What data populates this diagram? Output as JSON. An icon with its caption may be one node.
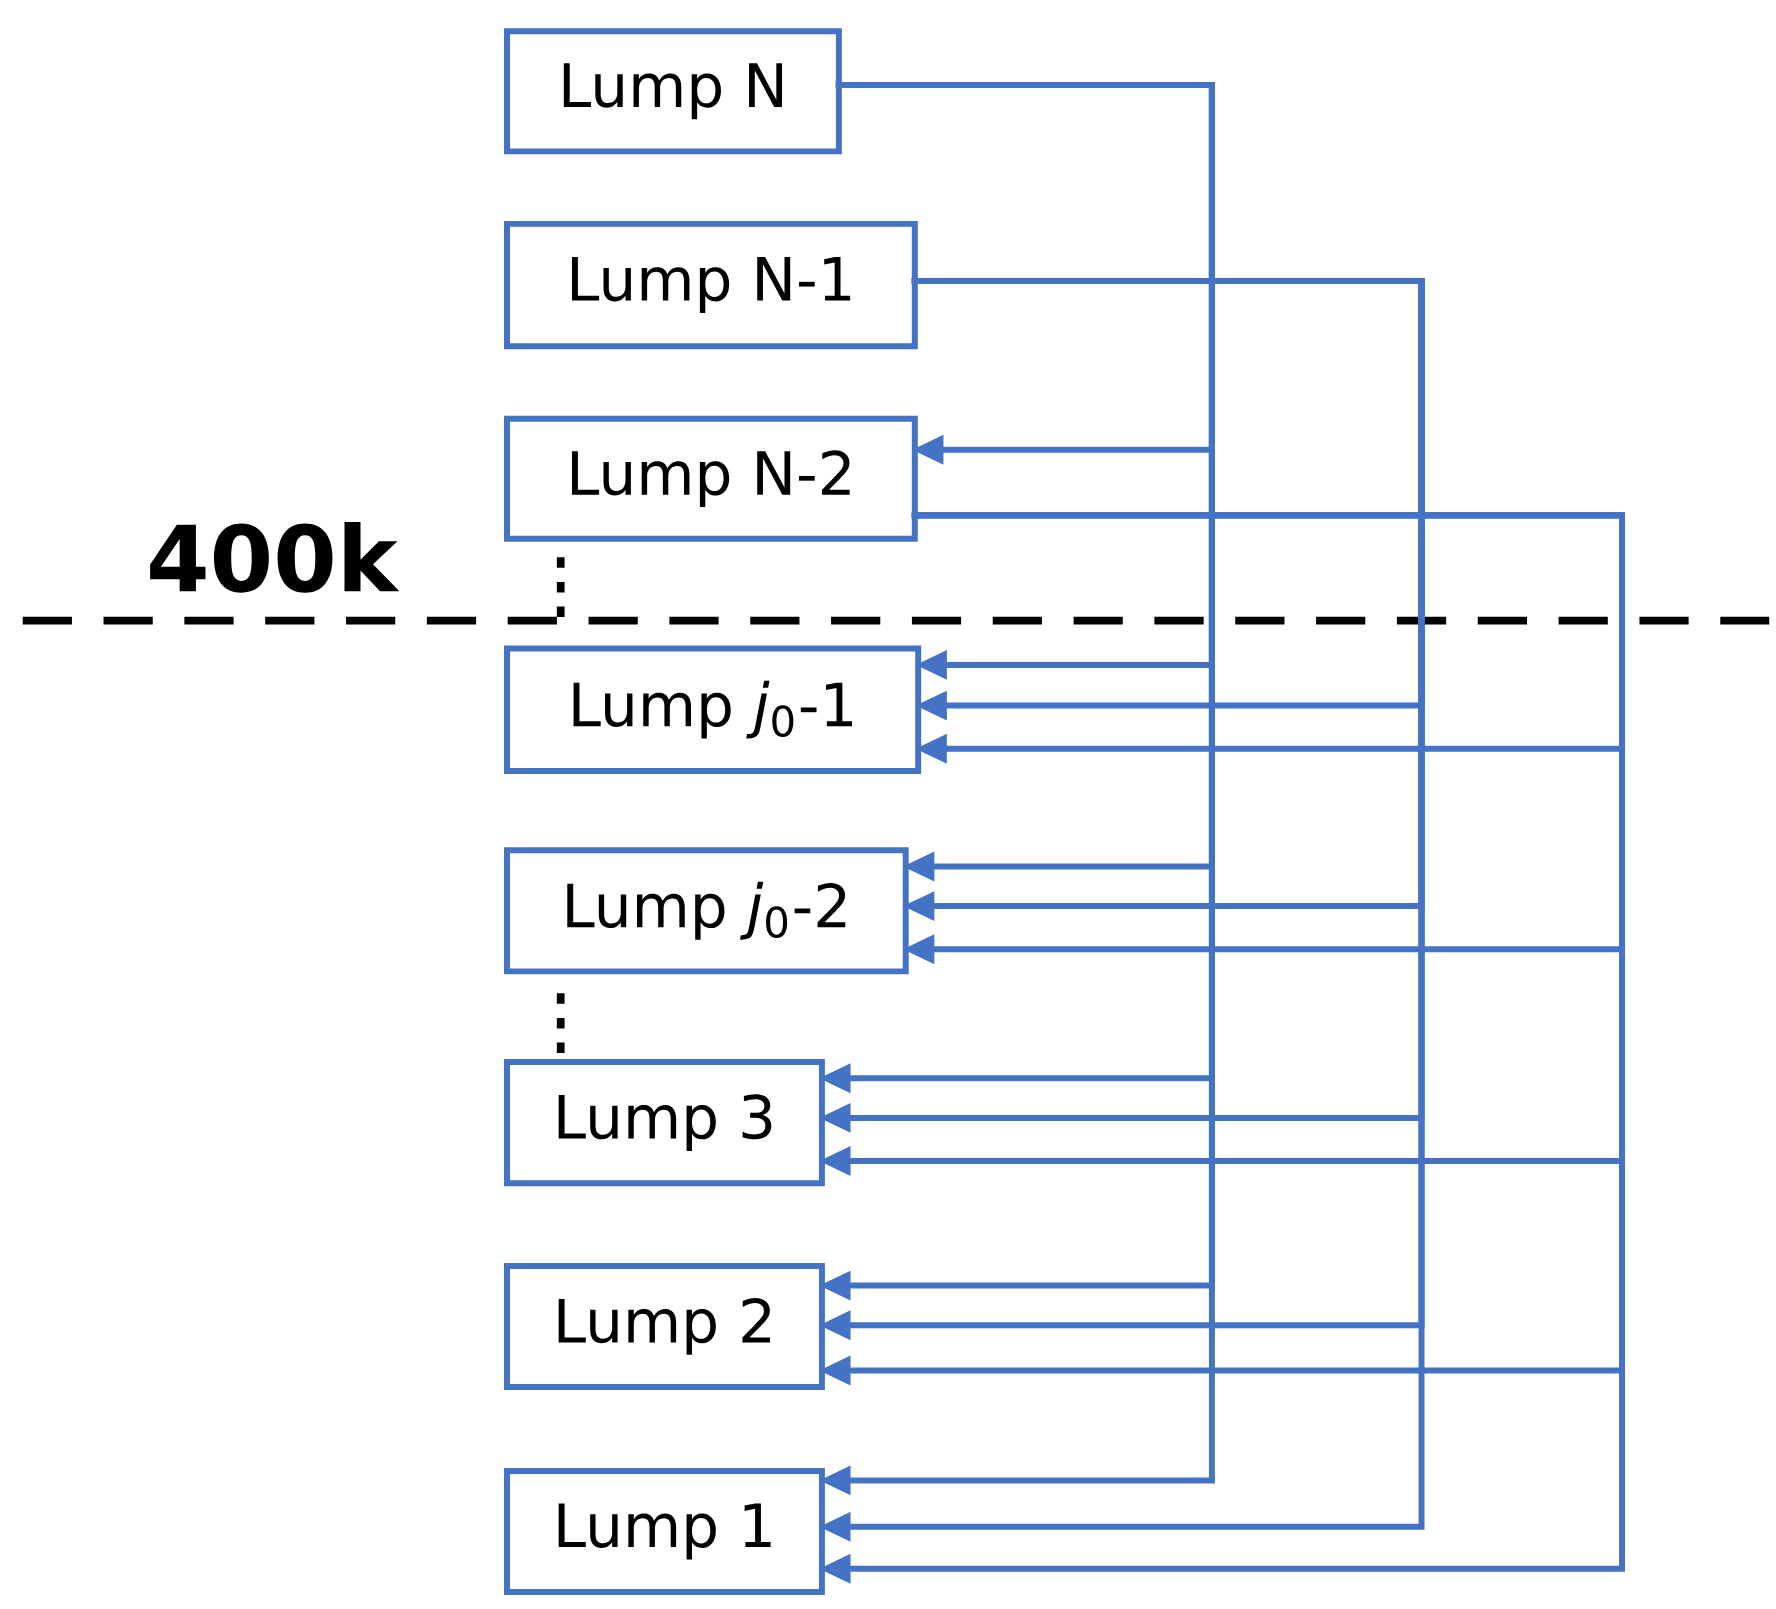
{
  "diagram": {
    "nodes": [
      {
        "text": [
          "Lump N"
        ]
      },
      {
        "text": [
          "Lump N-1"
        ]
      },
      {
        "text": [
          "Lump N-2"
        ]
      },
      {
        "text": [
          "Lump *j*$_{0}$-1"
        ]
      },
      {
        "text": [
          "Lump *j*$_{0}$-2"
        ]
      },
      {
        "text": [
          "Lump 3"
        ]
      },
      {
        "text": [
          "Lump 2"
        ]
      },
      {
        "text": [
          "Lump 1"
        ]
      }
    ],
    "edges": [
      {
        "from": 0,
        "to": 2,
        "arrow": "to"
      },
      {
        "from": 0,
        "to": 3,
        "arrow": "to"
      },
      {
        "from": 1,
        "to": 3,
        "arrow": "to"
      },
      {
        "from": 2,
        "to": 3,
        "arrow": "to"
      },
      {
        "from": 0,
        "to": 4,
        "arrow": "to"
      },
      {
        "from": 1,
        "to": 4,
        "arrow": "to"
      },
      {
        "from": 2,
        "to": 4,
        "arrow": "to"
      },
      {
        "from": 0,
        "to": 5,
        "arrow": "to"
      },
      {
        "from": 1,
        "to": 5,
        "arrow": "to"
      },
      {
        "from": 2,
        "to": 5,
        "arrow": "to"
      },
      {
        "from": 0,
        "to": 6,
        "arrow": "to"
      },
      {
        "from": 1,
        "to": 6,
        "arrow": "to"
      },
      {
        "from": 2,
        "to": 6,
        "arrow": "to"
      },
      {
        "from": 0,
        "to": 7,
        "arrow": "to"
      },
      {
        "from": 1,
        "to": 7,
        "arrow": "to"
      },
      {
        "from": 2,
        "to": 7,
        "arrow": "to"
      }
    ],
    "labels": [
      "400k"
    ]
  }
}
